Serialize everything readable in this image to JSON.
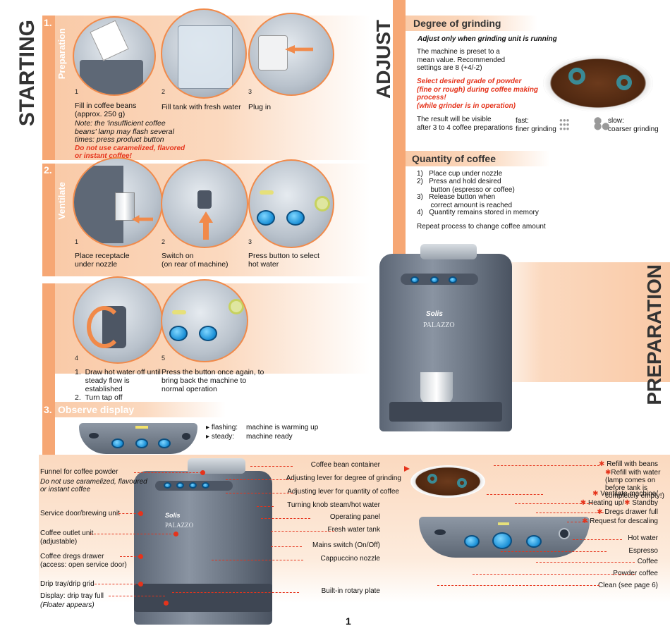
{
  "headings": {
    "starting": "STARTING",
    "adjust": "ADJUST",
    "preparation": "PREPARATION"
  },
  "starting": {
    "s1": {
      "number": "1.",
      "title": "Preparation",
      "steps": [
        {
          "num": "1",
          "text": "Fill in coffee beans\n(approx. 250 g)"
        },
        {
          "num": "2",
          "text": "Fill tank with fresh water"
        },
        {
          "num": "3",
          "text": "Plug in"
        }
      ],
      "note": "Note: the 'insufficient coffee\nbeans' lamp may flash several\ntimes: press product button",
      "warning": "Do not use caramelized, flavored\nor instant coffee!"
    },
    "s2": {
      "number": "2.",
      "title": "Ventilate",
      "steps": [
        {
          "num": "1",
          "text": "Place receptacle\nunder nozzle"
        },
        {
          "num": "2",
          "text": "Switch on\n(on rear of machine)"
        },
        {
          "num": "3",
          "text": "Press button to select\nhot water"
        },
        {
          "num": "4",
          "text": "1.  Draw hot water off until\n     steady flow is\n     established\n2.  Turn tap off"
        },
        {
          "num": "5",
          "text": "Press the button once again, to\nbring back the machine to\nnormal operation"
        }
      ]
    },
    "s3": {
      "number": "3.",
      "title": "Observe display",
      "flashing_label": "flashing:",
      "flashing_text": "machine is warming up",
      "steady_label": "steady:",
      "steady_text": "machine ready"
    }
  },
  "adjust": {
    "grinding": {
      "title": "Degree of grinding",
      "subtitle": "Adjust only when grinding unit is running",
      "text1": "The machine is preset to a\nmean value. Recommended\nsettings are 8 (+4/-2)",
      "warning": "Select desired grade of powder\n(fine or rough) during coffee making\nprocess!\n(while grinder is in operation)",
      "text2": "The result will be visible\nafter 3 to 4 coffee preparations",
      "fast": "fast:\nfiner grinding",
      "slow": "slow:\ncoarser grinding"
    },
    "quantity": {
      "title": "Quantity of coffee",
      "steps": [
        "1)   Place cup under nozzle",
        "2)   Press and hold desired\n       button (espresso or coffee)",
        "3)   Release button when\n       correct amount is reached",
        "4)   Quantity remains stored in memory"
      ],
      "repeat": "Repeat process to change coffee amount"
    }
  },
  "machine": {
    "brand": "Solis",
    "model": "PALAZZO"
  },
  "parts_left": [
    {
      "text": "Funnel for coffee powder"
    },
    {
      "text": "Do not use caramelized, flavoured\nor instant coffee",
      "italic": true
    },
    {
      "text": "Service door/brewing unit"
    },
    {
      "text": "Coffee outlet unit\n(adjustable)"
    },
    {
      "text": "Coffee dregs drawer\n(access: open service door)"
    },
    {
      "text": "Drip tray/drip grid"
    },
    {
      "text": "Display: drip tray full"
    },
    {
      "text": "(Floater appears)",
      "italic": true
    }
  ],
  "parts_mid": [
    "Coffee bean container",
    "Adjusting lever for degree of grinding",
    "Adjusting lever for quantity of coffee",
    "Turning knob steam/hot water",
    "Operating panel",
    "Fresh water tank",
    "Mains switch (On/Off)",
    "Cappuccino nozzle",
    "Built-in rotary plate"
  ],
  "parts_right": [
    "Refill with beans",
    "Refill with water\n(lamp comes on\nbefore tank is\ncompletely empty!)",
    "Ventilate machine/",
    "Heating up/",
    "Standby",
    "Dregs drawer full",
    "Request for descaling",
    "Hot water",
    "Espresso",
    "Coffee",
    "Powder coffee",
    "Clean (see page 6)"
  ],
  "page_number": "1",
  "colors": {
    "accent": "#f6a774",
    "alert": "#e5331b",
    "button": "#1a8fd6"
  }
}
